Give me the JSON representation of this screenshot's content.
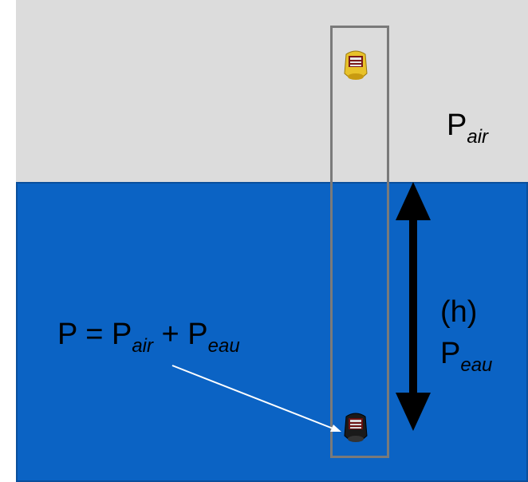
{
  "labels": {
    "p_air_main": "P",
    "p_air_sub": "air",
    "height": "(h)",
    "p_eau_main": "P",
    "p_eau_sub": "eau",
    "eq_p": "P = P",
    "eq_air_sub": "air",
    "eq_plus": " + P",
    "eq_eau_sub": "eau"
  },
  "colors": {
    "air": "#dcdcdc",
    "water": "#0b63c4",
    "tube": "#7a7a7a",
    "arrow": "#000000",
    "pointer": "#ffffff"
  },
  "icons": {
    "sensor_top": "yellow-sensor-icon",
    "sensor_bottom": "black-sensor-icon"
  }
}
